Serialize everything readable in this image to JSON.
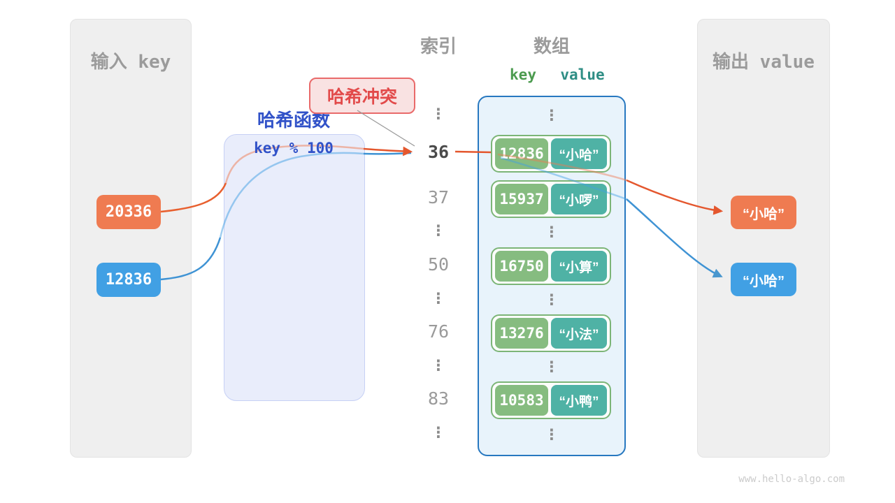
{
  "glyphs": {
    "vertical_ellipsis": "⋮"
  },
  "watermark": "www.hello-algo.com",
  "input_panel": {
    "title": "输入 key",
    "keys": [
      {
        "value": "20336"
      },
      {
        "value": "12836"
      }
    ]
  },
  "hash_function": {
    "title": "哈希函数",
    "formula": "key % 100"
  },
  "collision_label": {
    "text": "哈希冲突"
  },
  "index_column": {
    "title": "索引",
    "items": [
      "⋮",
      "36",
      "37",
      "⋮",
      "50",
      "⋮",
      "76",
      "⋮",
      "83",
      "⋮"
    ],
    "highlighted_item": "36"
  },
  "array_panel": {
    "title": "数组",
    "key_header": "key",
    "value_header": "value",
    "rows": [
      {
        "key": "12836",
        "value": "“小哈”"
      },
      {
        "key": "15937",
        "value": "“小啰”"
      },
      {
        "key": "16750",
        "value": "“小算”"
      },
      {
        "key": "13276",
        "value": "“小法”"
      },
      {
        "key": "10583",
        "value": "“小鸭”"
      }
    ]
  },
  "output_panel": {
    "title": "输出 value",
    "values": [
      {
        "text": "“小哈”"
      },
      {
        "text": "“小哈”"
      }
    ]
  },
  "colors": {
    "orange": "#EF7B51",
    "blue": "#41A0E4",
    "key_green": "#86BC80",
    "value_teal": "#4FB2A5",
    "array_border": "#2778C0",
    "array_bg": "#E8F3FB",
    "row_border": "#7CB577",
    "hash_text": "#3152C8",
    "hash_bg": "#E9EDFB",
    "collision_red": "#E24A4A",
    "collision_bg": "#F9E2E2",
    "panel_gray": "#EFEFEF",
    "index_gray": "#9A9A9A",
    "header_key_green": "#4C9B4F",
    "header_value_teal": "#2F8E85"
  }
}
